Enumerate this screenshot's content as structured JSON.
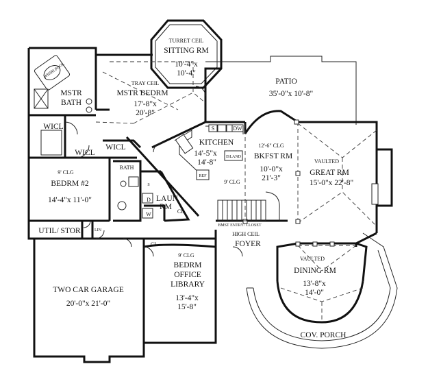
{
  "rooms": {
    "turret_ceil": "TURRET CEIL",
    "sitting_rm": "SITTING RM",
    "sitting_dim1": "10'-4\"x",
    "sitting_dim2": "10'-4\"",
    "patio": "PATIO",
    "patio_dim": "35'-0\"x 10'-8\"",
    "tray_ceil": "TRAY CEIL",
    "mstr_bedrm": "MSTR BEDRM",
    "mstr_bedrm_dim1": "17'-8\"x",
    "mstr_bedrm_dim2": "20'-8\"",
    "whirlpool": "WHIRLPOOL",
    "mstr": "MSTR",
    "bath": "BATH",
    "wicl": "WICL",
    "kitchen": "KITCHEN",
    "kitchen_dim1": "14'-5\"x",
    "kitchen_dim2": "14'-8\"",
    "island": "ISLAND",
    "ref": "REF",
    "dw": "DW",
    "s": "S",
    "clg_9_a": "9' CLG",
    "clg_12_6": "12'-6\" CLG",
    "bkfst_rm": "BKFST RM",
    "bkfst_dim1": "10'-0\"x",
    "bkfst_dim2": "21'-3\"",
    "vaulted": "VAULTED",
    "great_rm": "GREAT RM",
    "great_dim": "15'-0\"x 22'-8\"",
    "clg_9_b": "9' CLG",
    "bedrm2": "BEDRM #2",
    "bedrm2_dim": "14'-4\"x 11'-0\"",
    "d": "D",
    "w": "W",
    "laun": "LAUN",
    "rm": "RM",
    "cl": "CL",
    "util_stor": "UTIL/ STOR",
    "lin": "LIN",
    "bmst_entry": "BMST ENTRY/ CLOSET",
    "high_ceil": "HIGH CEIL",
    "foyer": "FOYER",
    "clg_9_c": "9' CLG",
    "bedrm_office": "BEDRM",
    "office": "OFFICE",
    "library": "LIBRARY",
    "library_dim1": "13'-4\"x",
    "library_dim2": "15'-8\"",
    "dining_rm": "DINING RM",
    "dining_dim1": "13'-8\"x",
    "dining_dim2": "14'-0\"",
    "garage": "TWO CAR GARAGE",
    "garage_dim": "20'-0\"x 21'-0\"",
    "cov_porch": "COV. PORCH"
  }
}
